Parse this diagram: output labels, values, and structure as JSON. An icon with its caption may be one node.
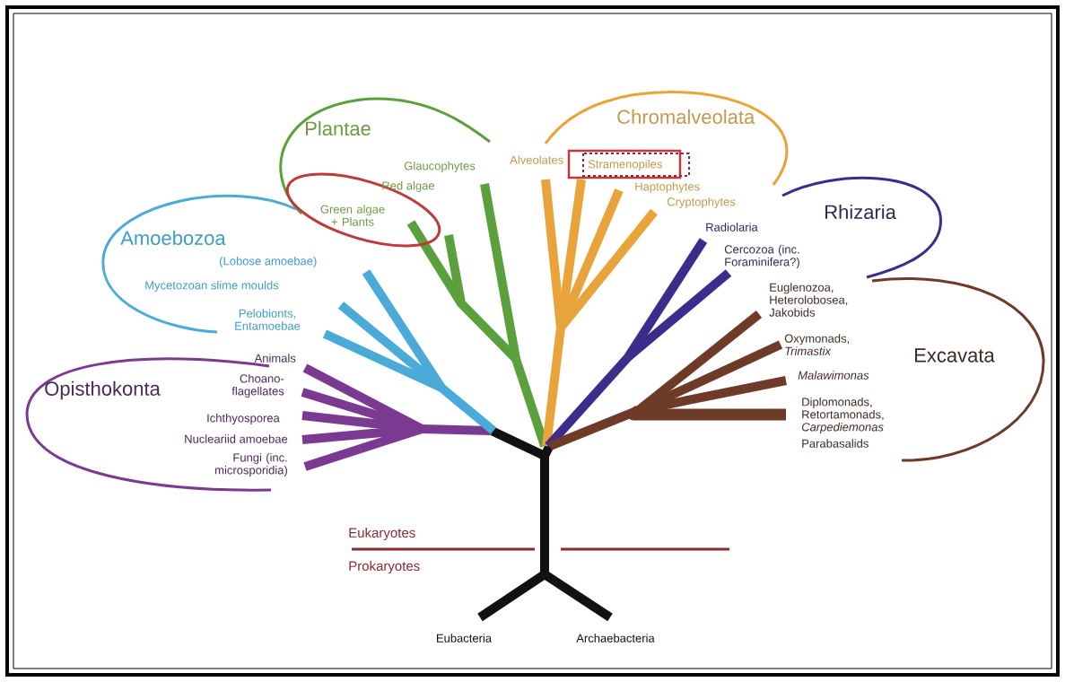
{
  "diagram": {
    "labels": [
      "Plantae",
      "Chromalveolata",
      "Glaucophytes",
      "Alveolates",
      "Stramenopiles",
      "Red algae",
      "Haptophytes",
      "Rhizaria",
      "Cryptophytes",
      "Green algae + Plants",
      "Amoebozoa",
      "Radiolaria",
      "Cercozoa (inc. Foraminifera?)",
      "(Lobose amoebae)",
      "Mycetozoan slime moulds",
      "Euglenozoa, Heterolobosea, Jakobids",
      "Pelobionts, Entamoebae",
      "Animals",
      "Oxymonads, *Trimastix*",
      "Excavata",
      "Opisthokonta",
      "Choano-flagellates",
      "Malawimonas",
      "Ichthyosporea",
      "Diplomonads, Retortamonads, *Carpediemonas*",
      "Nucleariid amoebae",
      "Parabasalids",
      "Fungi (inc. microsporidia)",
      "Eukaryotes",
      "Prokaryotes",
      "Eubacteria",
      "Archaebacteria"
    ]
  }
}
